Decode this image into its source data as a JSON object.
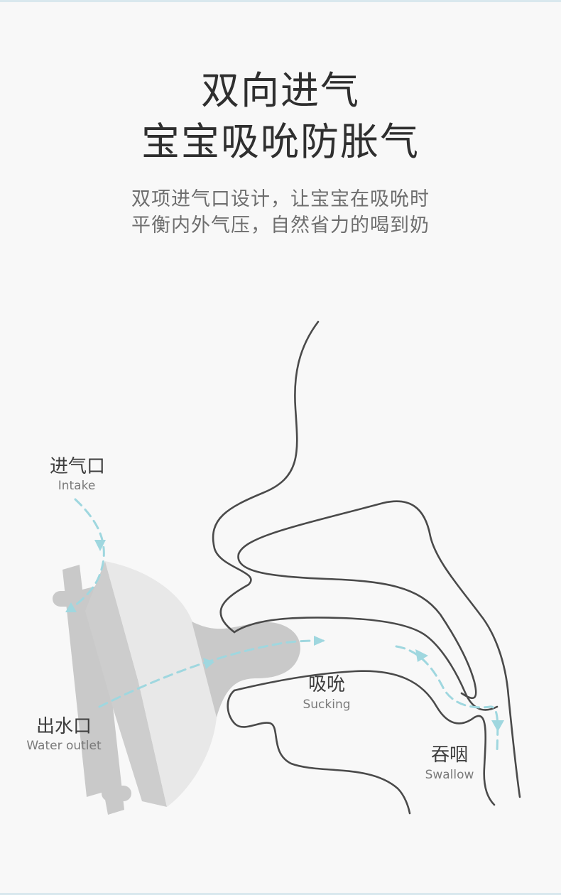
{
  "heading": {
    "line1": "双向进气",
    "line2": "宝宝吸吮防胀气"
  },
  "description": {
    "line1": "双项进气口设计，让宝宝在吸吮时",
    "line2": "平衡内外气压，自然省力的喝到奶"
  },
  "labels": {
    "intake_cn": "进气口",
    "intake_en": "Intake",
    "outlet_cn": "出水口",
    "outlet_en": "Water outlet",
    "sucking_cn": "吸吮",
    "sucking_en": "Sucking",
    "swallow_cn": "吞咽",
    "swallow_en": "Swallow"
  },
  "colors": {
    "flow_arrow": "#9fd7df",
    "outline": "#4a4a4a",
    "bottle_dark": "#c9c9c9",
    "bottle_light": "#e6e6e6"
  }
}
